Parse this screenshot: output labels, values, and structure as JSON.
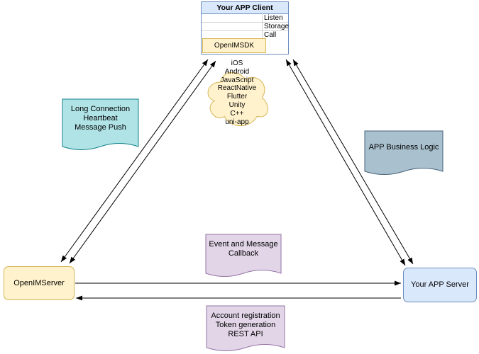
{
  "diagram": {
    "client": {
      "title": "Your APP Client",
      "rows": [
        "Listen",
        "Storage",
        "Call"
      ],
      "sdk_label": "OpenIMSDK"
    },
    "cloud": {
      "platforms": [
        "iOS",
        "Android",
        "JavaScript",
        "ReactNative",
        "Flutter",
        "Unity",
        "C++",
        "uni-app"
      ]
    },
    "notes": {
      "long_connection": {
        "lines": [
          "Long Connection",
          "Heartbeat",
          "Message Push"
        ]
      },
      "app_business_logic": {
        "lines": [
          "APP Business Logic"
        ]
      },
      "event_callback": {
        "lines": [
          "Event and Message",
          "Callback"
        ]
      },
      "account_registration": {
        "lines": [
          "Account registration",
          "Token generation",
          "REST API"
        ]
      }
    },
    "servers": {
      "openim": "OpenIMServer",
      "app": "Your APP Server"
    },
    "colors": {
      "blue_fill": "#dae8fc",
      "blue_stroke": "#6c8ebf",
      "yellow_fill": "#fff2cc",
      "yellow_stroke": "#d6b656",
      "teal_fill": "#b0e3e6",
      "teal_stroke": "#0e8088",
      "gray_fill": "#a9c0ce",
      "gray_stroke": "#45627a",
      "purple_fill": "#e1d5e7",
      "purple_stroke": "#9673a6",
      "arrow": "#000000"
    }
  }
}
